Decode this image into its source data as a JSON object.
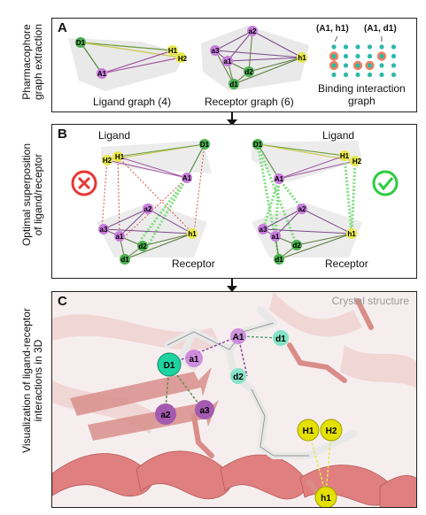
{
  "panels": {
    "a": {
      "letter": "A",
      "side_label": [
        "Pharmacophore",
        "graph extraction"
      ],
      "ligand_caption": "Ligand graph (4)",
      "receptor_caption": "Receptor graph (6)",
      "binding_caption": [
        "Binding interaction",
        "graph"
      ],
      "pair_labels": [
        "(A1, h1)",
        "(A1, d1)"
      ]
    },
    "b": {
      "letter": "B",
      "side_label": [
        "Optimal superposition",
        "of ligand/receptor"
      ],
      "ligand_label": "Ligand",
      "receptor_label": "Receptor",
      "bad_icon": "cross-icon",
      "good_icon": "check-icon"
    },
    "c": {
      "letter": "C",
      "side_label": [
        "Visualization of ligand-receptor",
        "interactions in 3D"
      ],
      "crystal_label": "Crystal structure"
    }
  },
  "nodes": {
    "ligand": [
      "D1",
      "H1",
      "H2",
      "A1"
    ],
    "receptor": [
      "a2",
      "a3",
      "a1",
      "d2",
      "h1",
      "d1"
    ]
  },
  "colors": {
    "donor": "#4caf50",
    "acceptor": "#c77ddb",
    "hydrophobic": "#e8e84a",
    "cross": "#e53935",
    "check": "#2ecc40",
    "dots_teal": "#2fb8a8",
    "dots_orange": "#f08060"
  }
}
